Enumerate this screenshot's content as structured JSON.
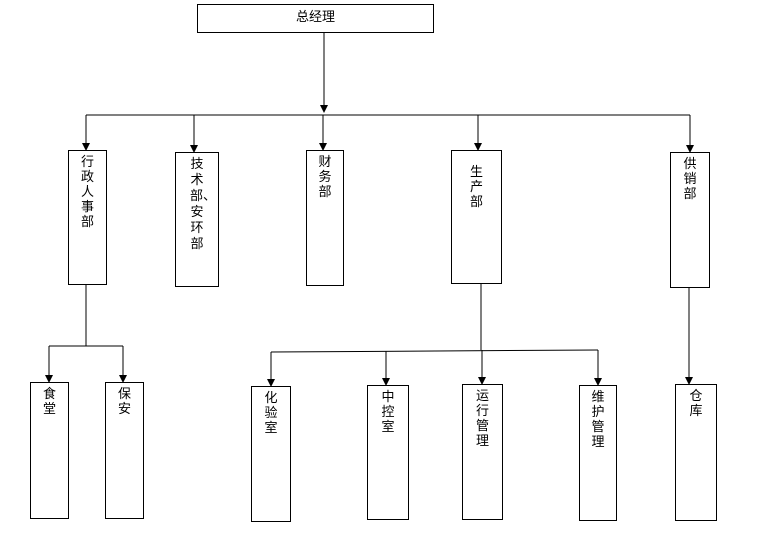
{
  "org": {
    "ceo": "总经理",
    "departments": {
      "admin": "行政人事部",
      "tech": "技术部、安环部",
      "finance": "财务部",
      "production": "生产部",
      "supply": "供销部"
    },
    "units": {
      "canteen": "食堂",
      "security": "保安",
      "lab": "化验室",
      "control_room": "中控室",
      "operations": "运行管理",
      "maintenance": "维护管理",
      "warehouse": "仓库"
    }
  }
}
